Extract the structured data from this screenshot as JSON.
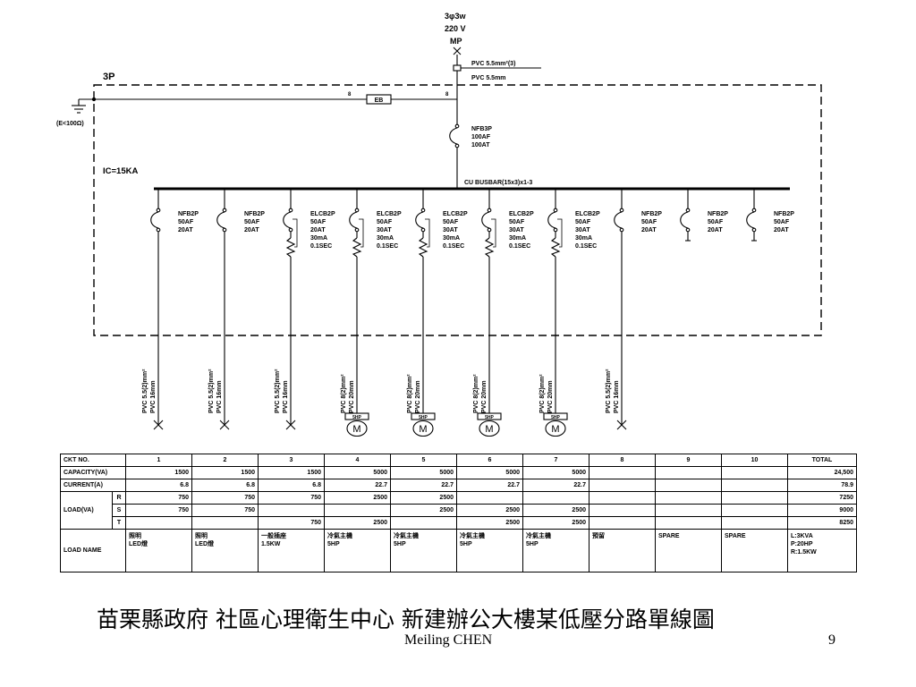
{
  "slide": {
    "title": "苗栗縣政府 社區心理衛生中心 新建辦公大樓某低壓分路單線圖",
    "author": "Meiling CHEN",
    "page_number": "9"
  },
  "diagram": {
    "supply": {
      "system": "3φ3w",
      "voltage": "220 V",
      "meter": "MP"
    },
    "feeder_cable": [
      "PVC 5.5mm²(3)",
      "PVC 5.5mm"
    ],
    "panel_type": "3P",
    "ground": {
      "label": "(E<100Ω)",
      "bus": "EB",
      "wire_size_left": "8",
      "wire_size_right": "8"
    },
    "main_breaker": [
      "NFB3P",
      "100AF",
      "100AT"
    ],
    "interrupt_capacity": "IC=15KA",
    "busbar": "CU BUSBAR(15x3)x1-3",
    "motor_letter": "M",
    "branches": [
      {
        "breaker_icon": "nfb-breaker-icon",
        "breaker_label": [
          "NFB2P",
          "50AF",
          "20AT"
        ],
        "cable": [
          "PVC 5.5(2)mm²",
          "PVC 16mm"
        ],
        "end_icon": "cable-end-cross-icon"
      },
      {
        "breaker_icon": "nfb-breaker-icon",
        "breaker_label": [
          "NFB2P",
          "50AF",
          "20AT"
        ],
        "cable": [
          "PVC 5.5(2)mm²",
          "PVC 16mm"
        ],
        "end_icon": "cable-end-cross-icon"
      },
      {
        "breaker_icon": "elcb-breaker-icon",
        "breaker_label": [
          "ELCB2P",
          "50AF",
          "20AT",
          "30mA",
          "0.1SEC"
        ],
        "cable": [
          "PVC 5.5(2)mm²",
          "PVC 16mm"
        ],
        "end_icon": "cable-end-cross-icon"
      },
      {
        "breaker_icon": "elcb-breaker-icon",
        "breaker_label": [
          "ELCB2P",
          "50AF",
          "30AT",
          "30mA",
          "0.1SEC"
        ],
        "cable": [
          "PVC 8(2)mm²",
          "PVC 20mm"
        ],
        "end_icon": "motor-icon",
        "motor_tag": "5HP"
      },
      {
        "breaker_icon": "elcb-breaker-icon",
        "breaker_label": [
          "ELCB2P",
          "50AF",
          "30AT",
          "30mA",
          "0.1SEC"
        ],
        "cable": [
          "PVC 8(2)mm²",
          "PVC 20mm"
        ],
        "end_icon": "motor-icon",
        "motor_tag": "5HP"
      },
      {
        "breaker_icon": "elcb-breaker-icon",
        "breaker_label": [
          "ELCB2P",
          "50AF",
          "30AT",
          "30mA",
          "0.1SEC"
        ],
        "cable": [
          "PVC 8(2)mm²",
          "PVC 20mm"
        ],
        "end_icon": "motor-icon",
        "motor_tag": "5HP"
      },
      {
        "breaker_icon": "elcb-breaker-icon",
        "breaker_label": [
          "ELCB2P",
          "50AF",
          "30AT",
          "30mA",
          "0.1SEC"
        ],
        "cable": [
          "PVC 8(2)mm²",
          "PVC 20mm"
        ],
        "end_icon": "motor-icon",
        "motor_tag": "5HP"
      },
      {
        "breaker_icon": "nfb-breaker-icon",
        "breaker_label": [
          "NFB2P",
          "50AF",
          "20AT"
        ],
        "cable": [
          "PVC 5.5(2)mm²",
          "PVC 16mm"
        ],
        "end_icon": "cable-end-cross-icon"
      },
      {
        "breaker_icon": "nfb-breaker-icon",
        "breaker_label": [
          "NFB2P",
          "50AF",
          "20AT"
        ],
        "end_icon": "spare-stub-icon"
      },
      {
        "breaker_icon": "nfb-breaker-icon",
        "breaker_label": [
          "NFB2P",
          "50AF",
          "20AT"
        ],
        "end_icon": "spare-stub-icon"
      }
    ]
  },
  "table": {
    "header": {
      "label": "CKT NO.",
      "cols": [
        "1",
        "2",
        "3",
        "4",
        "5",
        "6",
        "7",
        "8",
        "9",
        "10"
      ],
      "total": "TOTAL"
    },
    "capacity": {
      "label": "CAPACITY(VA)",
      "values": [
        "1500",
        "1500",
        "1500",
        "5000",
        "5000",
        "5000",
        "5000",
        "",
        "",
        ""
      ],
      "total": "24,500"
    },
    "current": {
      "label": "CURRENT(A)",
      "values": [
        "6.8",
        "6.8",
        "6.8",
        "22.7",
        "22.7",
        "22.7",
        "22.7",
        "",
        "",
        ""
      ],
      "total": "78.9"
    },
    "load": {
      "label": "LOAD(VA)",
      "phases": [
        {
          "phase": "R",
          "values": [
            "750",
            "750",
            "750",
            "2500",
            "2500",
            "",
            "",
            "",
            "",
            ""
          ],
          "total": "7250"
        },
        {
          "phase": "S",
          "values": [
            "750",
            "750",
            "",
            "",
            "2500",
            "2500",
            "2500",
            "",
            "",
            ""
          ],
          "total": "9000"
        },
        {
          "phase": "T",
          "values": [
            "",
            "",
            "750",
            "2500",
            "",
            "2500",
            "2500",
            "",
            "",
            ""
          ],
          "total": "8250"
        }
      ]
    },
    "load_name": {
      "label": "LOAD NAME",
      "values": [
        [
          "照明",
          "LED燈"
        ],
        [
          "照明",
          "LED燈"
        ],
        [
          "一般插座",
          "1.5KW"
        ],
        [
          "冷氣主機",
          "5HP"
        ],
        [
          "冷氣主機",
          "5HP"
        ],
        [
          "冷氣主機",
          "5HP"
        ],
        [
          "冷氣主機",
          "5HP"
        ],
        [
          "預留"
        ],
        [
          "SPARE"
        ],
        [
          "SPARE"
        ]
      ],
      "total": [
        "L:3KVA",
        "P:20HP",
        "R:1.5KW"
      ]
    }
  }
}
